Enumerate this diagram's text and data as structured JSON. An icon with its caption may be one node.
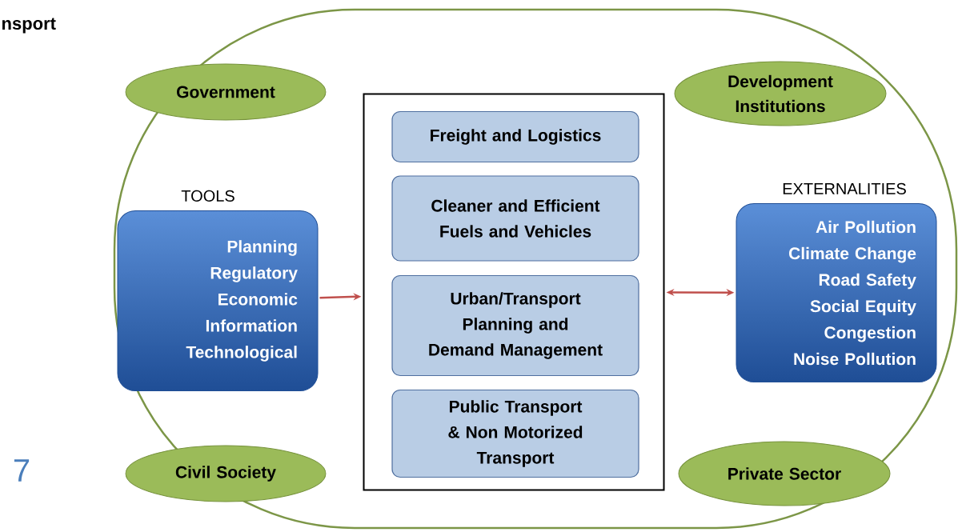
{
  "diagram": {
    "nodes": [
      {
        "text": [
          "Government"
        ]
      },
      {
        "text": [
          "Development Institutions"
        ]
      },
      {
        "text": [
          "TOOLS",
          "Planning",
          "Regulatory",
          "Economic",
          "Information",
          "Technological"
        ]
      },
      {
        "text": [],
        "shape": "box"
      },
      {
        "text": [
          "Freight and Logistics"
        ],
        "in": 3
      },
      {
        "text": [
          "Cleaner and Efficient Fuels and Vehicles"
        ],
        "in": 3
      },
      {
        "text": [
          "Urban/Transport Planning and Demand Management"
        ],
        "in": 3
      },
      {
        "text": [
          "Public Transport & Non Motorized Transport"
        ],
        "in": 3
      },
      {
        "text": [
          "EXTERNALITIES",
          "Air Pollution",
          "Climate Change",
          "Road Safety",
          "Social Equity",
          "Congestion",
          "Noise Pollution"
        ]
      },
      {
        "text": [
          "Civil Society"
        ]
      },
      {
        "text": [
          "Private Sector"
        ]
      }
    ],
    "edges": [
      {
        "from": 2,
        "to": 3,
        "arrow": "to"
      },
      {
        "from": 3,
        "to": 8,
        "arrow": "both"
      }
    ],
    "labels": [
      "nsport",
      "7"
    ]
  }
}
